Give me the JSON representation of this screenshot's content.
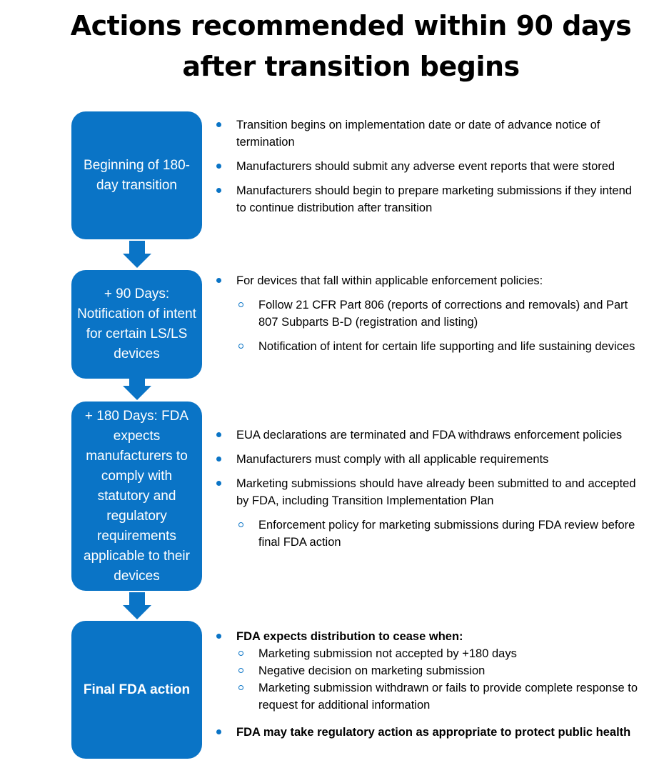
{
  "title": "Actions recommended within 90 days after transition begins",
  "colors": {
    "box_fill": "#0a74c6",
    "bullet": "#0a74c6",
    "text": "#000000"
  },
  "steps": [
    {
      "label": "Beginning of 180-day transition",
      "bullets": [
        {
          "text": "Transition begins on implementation date or date of advance notice of termination",
          "subs": []
        },
        {
          "text": "Manufacturers should submit any adverse event reports that were stored",
          "subs": []
        },
        {
          "text": "Manufacturers should begin to prepare marketing submissions if they intend to continue distribution after transition",
          "subs": []
        }
      ]
    },
    {
      "label": "+ 90 Days: Notification of intent for certain LS/LS devices",
      "bullets": [
        {
          "text": "For devices that fall within applicable enforcement policies:",
          "subs": [
            "Follow 21 CFR Part 806 (reports of corrections and removals) and Part 807 Subparts B-D (registration and listing)",
            "Notification of intent for certain life supporting and life sustaining devices"
          ]
        }
      ]
    },
    {
      "label": "+ 180 Days: FDA expects manufacturers to comply with statutory and regulatory requirements applicable to their devices",
      "bullets": [
        {
          "text": "EUA declarations are terminated and FDA withdraws enforcement policies",
          "subs": []
        },
        {
          "text": "Manufacturers must comply with all applicable requirements",
          "subs": []
        },
        {
          "text": "Marketing submissions should have already been submitted to and accepted by FDA, including Transition Implementation Plan",
          "subs": [
            "Enforcement policy for marketing submissions during FDA review before final FDA action"
          ]
        }
      ]
    },
    {
      "label": "Final FDA action",
      "bullets": [
        {
          "text": "FDA expects distribution to cease when:",
          "subs": [
            "Marketing submission not accepted by +180 days",
            "Negative decision on marketing submission",
            "Marketing submission withdrawn or fails to provide complete response to request for additional information"
          ]
        },
        {
          "text": "FDA may take regulatory action as appropriate to protect public health",
          "subs": []
        }
      ]
    }
  ]
}
